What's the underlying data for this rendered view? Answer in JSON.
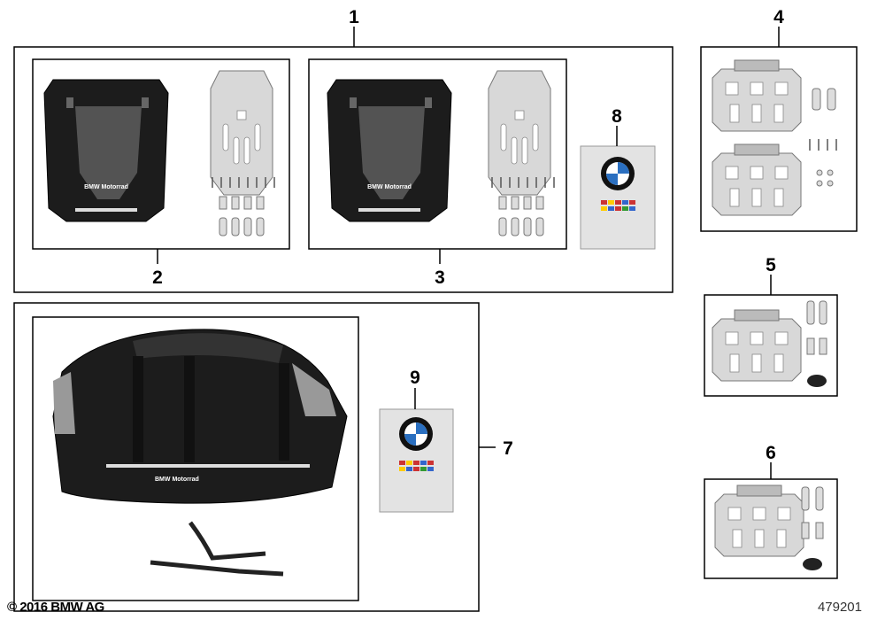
{
  "callouts": {
    "c1": "1",
    "c2": "2",
    "c3": "3",
    "c4": "4",
    "c5": "5",
    "c6": "6",
    "c7": "7",
    "c8": "8",
    "c9": "9"
  },
  "bag_brand": "BMW Motorrad",
  "footer": {
    "copyright": "© 2016 BMW AG",
    "diagram_id": "479201"
  },
  "colors": {
    "line": "#000000",
    "bag": "#1c1c1c",
    "plate": "#d8d8d8",
    "card": "#e3e3e3",
    "bmw_blue": "#2a6fc0"
  }
}
